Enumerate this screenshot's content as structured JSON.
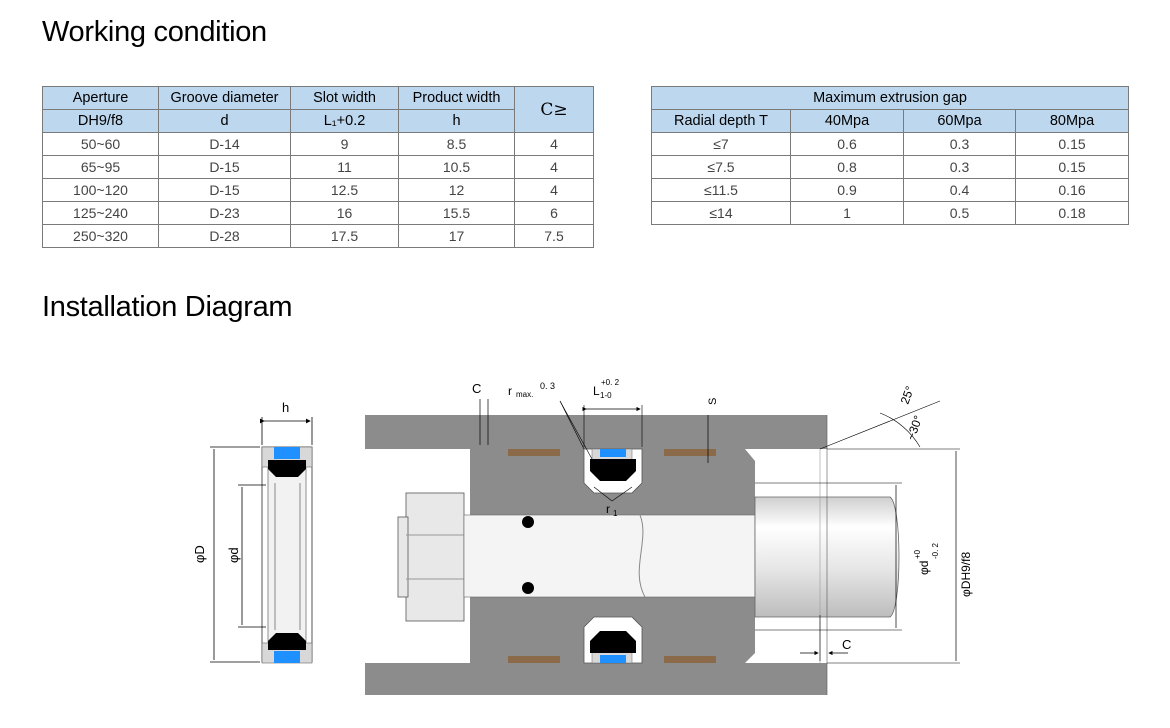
{
  "headings": {
    "working": "Working condition",
    "installation": "Installation Diagram"
  },
  "table1": {
    "headers_row1": [
      "Aperture",
      "Groove diameter",
      "Slot width",
      "Product width",
      "C≥"
    ],
    "headers_row2": [
      "DH9/f8",
      "d",
      "L₁+0.2",
      "h"
    ],
    "rows": [
      [
        "50~60",
        "D-14",
        "9",
        "8.5",
        "4"
      ],
      [
        "65~95",
        "D-15",
        "11",
        "10.5",
        "4"
      ],
      [
        "100~120",
        "D-15",
        "12.5",
        "12",
        "4"
      ],
      [
        "125~240",
        "D-23",
        "16",
        "15.5",
        "6"
      ],
      [
        "250~320",
        "D-28",
        "17.5",
        "17",
        "7.5"
      ]
    ]
  },
  "table2": {
    "title": "Maximum extrusion gap",
    "headers": [
      "Radial depth T",
      "40Mpa",
      "60Mpa",
      "80Mpa"
    ],
    "rows": [
      [
        "≤7",
        "0.6",
        "0.3",
        "0.15"
      ],
      [
        "≤7.5",
        "0.8",
        "0.3",
        "0.15"
      ],
      [
        "≤11.5",
        "0.9",
        "0.4",
        "0.16"
      ],
      [
        "≤14",
        "1",
        "0.5",
        "0.18"
      ]
    ]
  },
  "diagram": {
    "label_h": "h",
    "label_D": "φD",
    "label_d": "φd",
    "label_C_top": "C",
    "label_rmax": "r",
    "label_rmax_sub": "max.",
    "label_rmax_val": "0. 3",
    "label_L": "L",
    "label_L_sub": "1-0",
    "label_L_sup": "+0. 2",
    "label_S": "S",
    "label_angle1": "25°",
    "label_angle2": "~30°",
    "label_r1": "r",
    "label_r1_sub": "1",
    "label_dtol": "φd",
    "label_dtol_sup": "+0",
    "label_dtol_sub": "-0. 2",
    "label_DH9": "φDH9/f8",
    "label_C_bottom": "C",
    "colors": {
      "steel": "#8c8c8c",
      "light_steel": "#e3e3e3",
      "seal_black": "#000000",
      "seal_blue": "#1e90ff",
      "guide_brown": "#8b6a4a"
    }
  }
}
